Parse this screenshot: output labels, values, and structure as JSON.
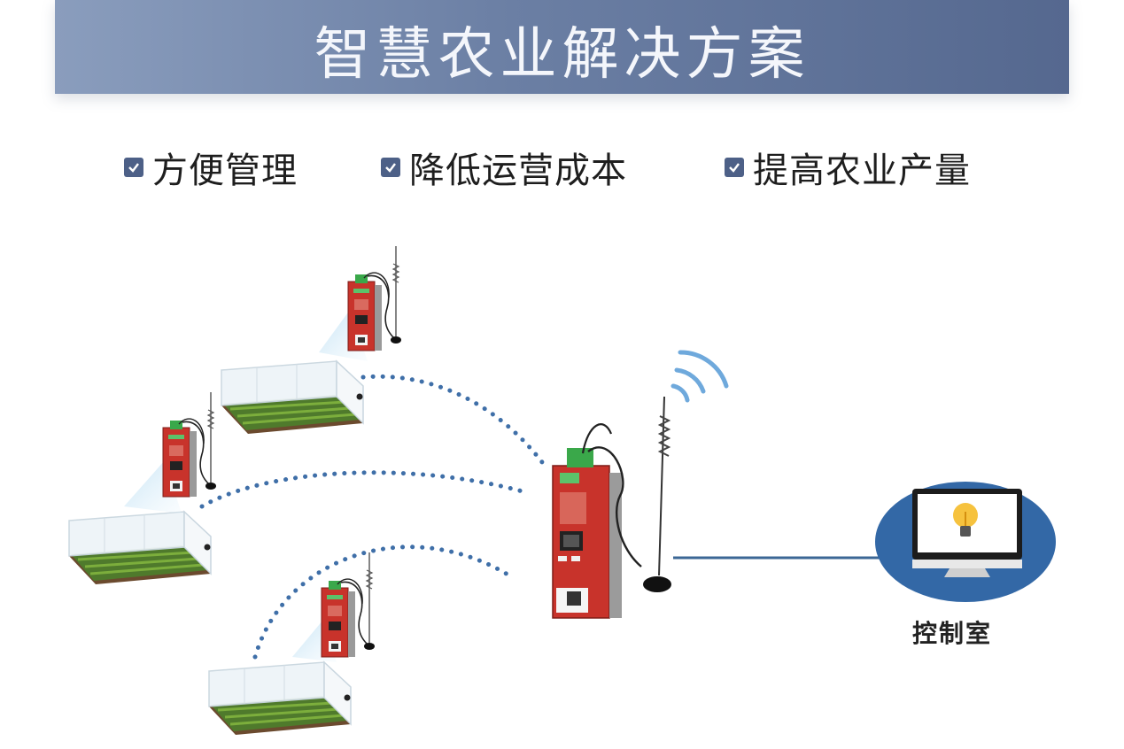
{
  "banner": {
    "title": "智慧农业解决方案"
  },
  "benefits": [
    {
      "label": "方便管理"
    },
    {
      "label": "降低运营成本"
    },
    {
      "label": "提高农业产量"
    }
  ],
  "control_room": {
    "label": "控制室"
  },
  "colors": {
    "banner": "#6b7fa4",
    "checkbox": "#4d6087",
    "device_red": "#c8332b",
    "link_dots": "#3f6fa8",
    "control_ellipse": "#3368a6"
  },
  "icons": [
    "checkbox-icon",
    "router-icon",
    "antenna-icon",
    "wifi-signal-icon",
    "monitor-icon",
    "lightbulb-icon",
    "greenhouse-icon"
  ]
}
